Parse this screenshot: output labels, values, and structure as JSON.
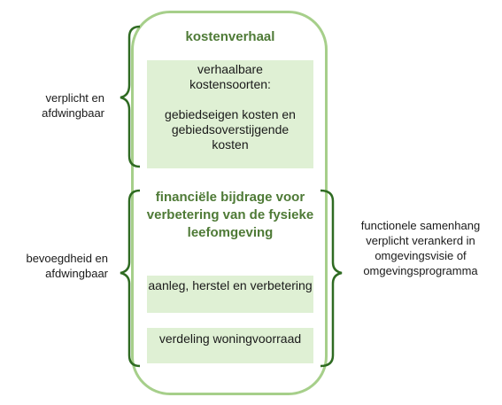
{
  "top_section": {
    "title": "kostenverhaal",
    "box_heading": "verhaalbare kostensoorten:",
    "box_body": "gebiedseigen kosten en gebiedsoverstijgende kosten"
  },
  "bottom_section": {
    "title": "financiële bijdrage voor verbetering van de fysieke leefomgeving",
    "box_1": "aanleg, herstel en verbetering",
    "box_2": "verdeling woningvoorraad"
  },
  "left_labels": {
    "top": "verplicht en afdwingbaar",
    "bottom": "bevoegdheid en afdwingbaar"
  },
  "right_label": "functionele samenhang verplicht verankerd in omgevingsvisie of omgevingsprogramma",
  "colors": {
    "frame": "#a6cf8a",
    "bracket": "#2f6b22",
    "title_text": "#4e7a36",
    "box_fill": "#dff0d4"
  }
}
